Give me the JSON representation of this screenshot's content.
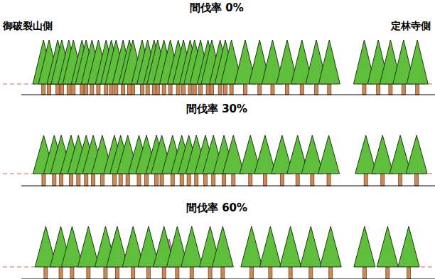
{
  "diagram": {
    "labels": [
      "間伐率 0%",
      "御破裂山側",
      "定林寺側",
      "間伐率 30%",
      "間伐率 60%"
    ]
  }
}
